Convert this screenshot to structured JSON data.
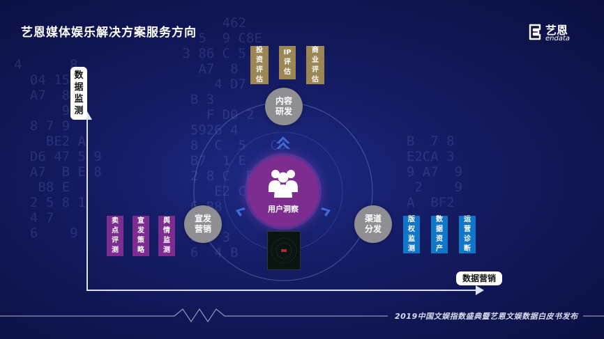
{
  "title": "艺恩媒体娱乐解决方案服务方向",
  "logo": {
    "cn": "艺恩",
    "en": "endata"
  },
  "axes": {
    "y_label": "数据监测",
    "x_label": "数据营销"
  },
  "center": {
    "label": "用户洞察",
    "icon": "users-group-icon"
  },
  "nodes": {
    "top": "内容研发",
    "left": "宣发营销",
    "right": "渠道分发"
  },
  "top_boxes": [
    "投资评估",
    "IP评估",
    "商业评估"
  ],
  "left_boxes": [
    "卖点评测",
    "宣发策略",
    "舆情监测"
  ],
  "right_boxes": [
    "版权监测",
    "数据资产",
    "运营诊断"
  ],
  "footer": "2019中国文娱指数盛典暨艺恩文娱数据白皮书发布",
  "colors": {
    "gold": "#9b8654",
    "purple": "#7c2d8f",
    "blue": "#1276c8",
    "node_gray": "#8e8e93",
    "background": "#151c64"
  }
}
